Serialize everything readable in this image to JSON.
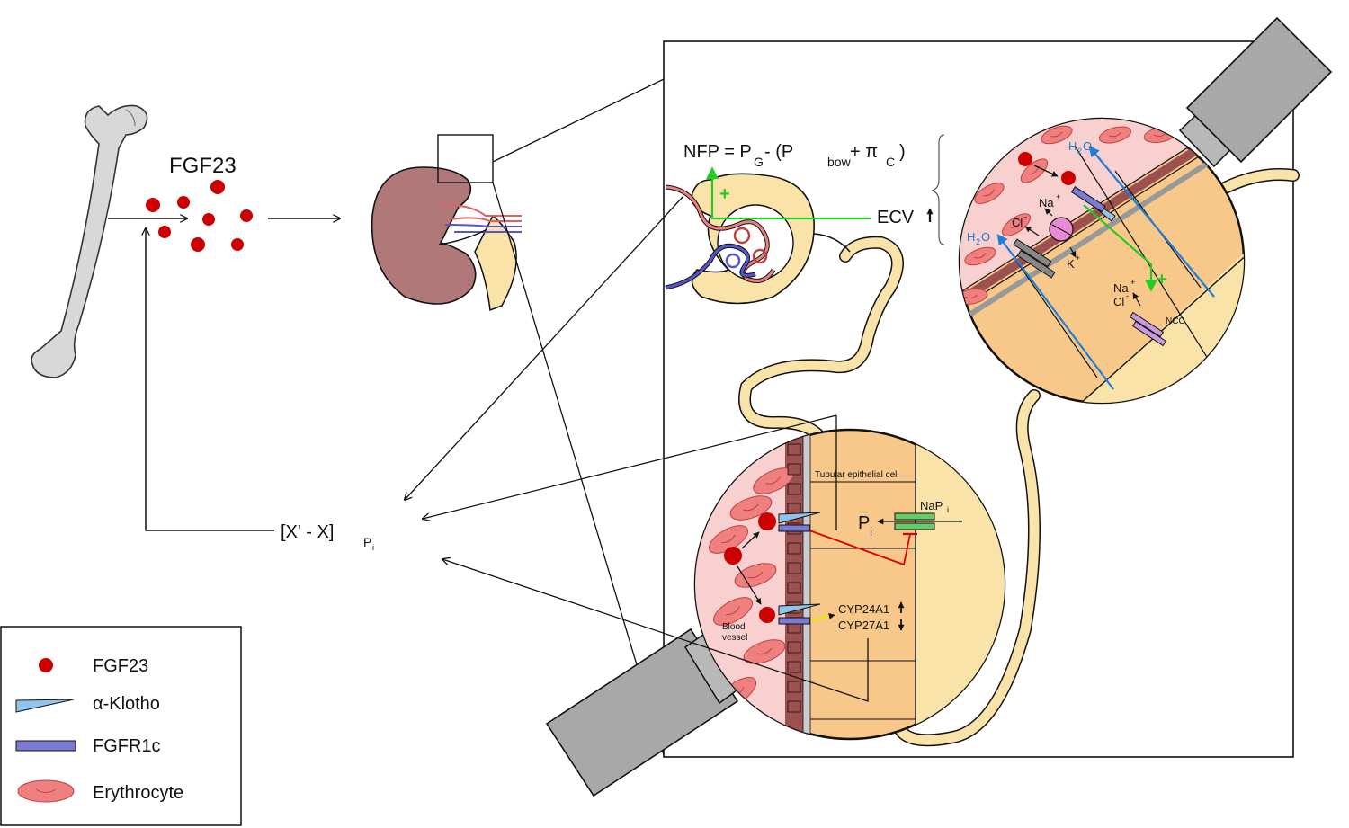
{
  "labels": {
    "fgf23_top": "FGF23",
    "feedback_main": "[X' - X]",
    "feedback_sub": "P",
    "feedback_sub2": "i",
    "nfp_main": "NFP = P",
    "nfp_g": "G",
    "nfp_mid": " -  (P",
    "nfp_bow": "bow",
    "nfp_plus": "+ π",
    "nfp_c": "C",
    "nfp_close": ")",
    "ecv": "ECV",
    "plus_sign": "+",
    "h2o": "H",
    "h2o_sub": "2",
    "h2o_end": "O",
    "na": "Na",
    "cl": "Cl",
    "k": "K",
    "plus_ion": "+",
    "minus_ion": "-",
    "ncc": "NCC",
    "tubular": "Tubular epithelial cell",
    "napi": "NaP",
    "napi_sub": "i",
    "pi": "P",
    "pi_sub": "i",
    "cyp24": "CYP24A1",
    "cyp27": "CYP27A1",
    "blood_vessel_1": "Blood",
    "blood_vessel_2": "vessel"
  },
  "legend": {
    "items": [
      {
        "label": "FGF23",
        "symbol": "dot"
      },
      {
        "label": "α-Klotho",
        "symbol": "wedge"
      },
      {
        "label": "FGFR1c",
        "symbol": "bar"
      },
      {
        "label": "Erythrocyte",
        "symbol": "cell"
      }
    ]
  },
  "colors": {
    "fgf23": "#cc0000",
    "klotho": "#8fc4ec",
    "fgfr1c": "#7b7bd6",
    "erythrocyte": "#f08080",
    "kidney": "#b07878",
    "tubule": "#fae3a8",
    "cell": "#f8c88a",
    "blood": "#f8d0d0",
    "green": "#22cc22",
    "water": "#1e7fd6",
    "inhibit": "#e00000",
    "yellow": "#e8e800"
  }
}
